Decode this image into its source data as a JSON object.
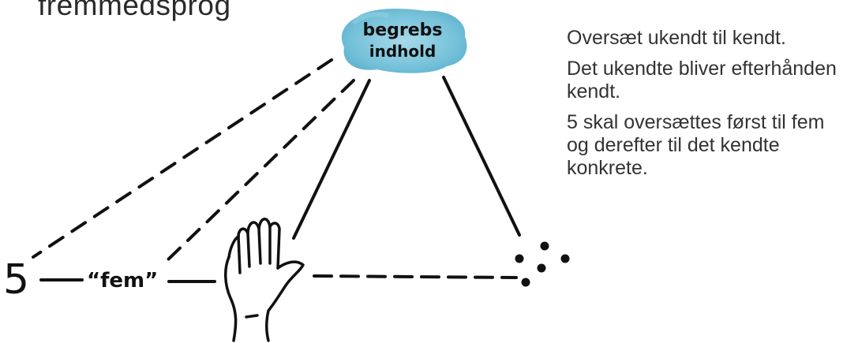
{
  "heading": "fremmedsprog",
  "concept_blob": {
    "line1": "begrebs",
    "line2": "indhold",
    "color": "#69bcd6"
  },
  "symbol_label": "5",
  "word_label": "“fem”",
  "notes": [
    "Oversæt ukendt til kendt.",
    "Det ukendte bliver efterhånden kendt.",
    "5 skal oversættes først til fem og derefter til det kendte konkrete."
  ],
  "icons": {
    "hand": "hand-icon",
    "dots": "dot-cluster-icon"
  }
}
